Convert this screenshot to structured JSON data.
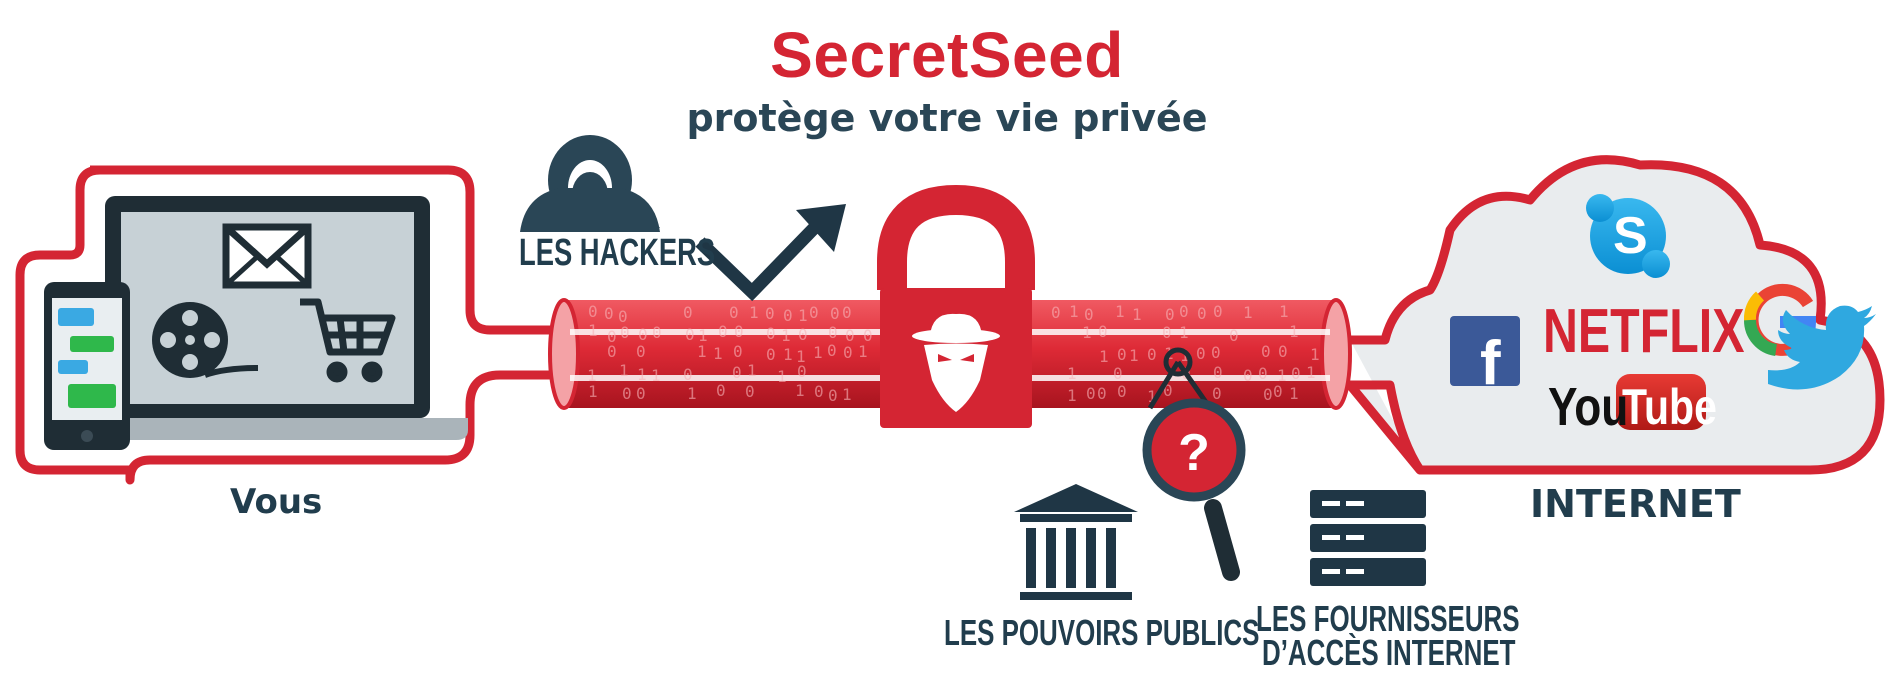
{
  "title": "SecretSeed",
  "subtitle": "protège votre vie privée",
  "labels": {
    "you": "Vous",
    "hackers": "LES HACKERS",
    "internet": "INTERNET",
    "government": "LES POUVOIRS PUBLICS",
    "isp_line1": "LES FOURNISSEURS",
    "isp_line2": "D’ACCÈS INTERNET"
  },
  "cloud_services": {
    "netflix": "NETFLIX",
    "youtube_you": "You",
    "youtube_tube": "Tube",
    "facebook": "f",
    "google": "G",
    "skype": "S"
  },
  "icons": [
    "laptop-icon",
    "smartphone-icon",
    "envelope-icon",
    "film-reel-icon",
    "shopping-cart-icon",
    "hacker-icon",
    "arrow-icon",
    "padlock-icon",
    "spy-icon",
    "magnifier-icon",
    "government-building-icon",
    "server-icon",
    "cloud-icon",
    "skype-icon",
    "netflix-logo",
    "google-icon",
    "facebook-icon",
    "youtube-logo",
    "twitter-icon"
  ],
  "colors": {
    "accent_red": "#d42533",
    "dark_navy": "#213d4d",
    "tube_red": "#e0303c",
    "light_panel": "#c7d1d6"
  }
}
